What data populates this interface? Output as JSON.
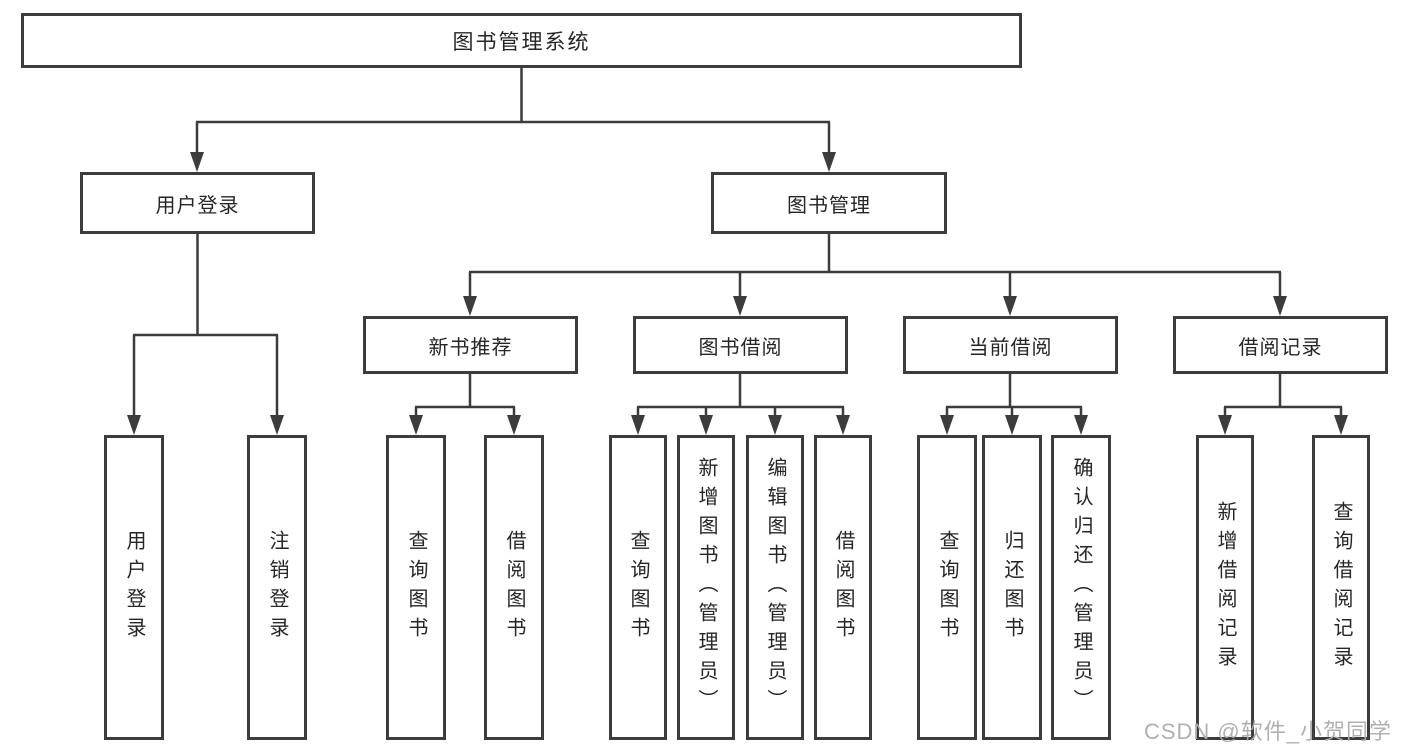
{
  "tree": {
    "root": {
      "label": "图书管理系统"
    },
    "branches": [
      {
        "label": "用户登录",
        "children": [
          {
            "label": "用户登录"
          },
          {
            "label": "注销登录"
          }
        ]
      },
      {
        "label": "图书管理",
        "children": [
          {
            "label": "新书推荐",
            "children": [
              {
                "label": "查询图书"
              },
              {
                "label": "借阅图书"
              }
            ]
          },
          {
            "label": "图书借阅",
            "children": [
              {
                "label": "查询图书"
              },
              {
                "label": "新增图书（管理员）"
              },
              {
                "label": "编辑图书（管理员）"
              },
              {
                "label": "借阅图书"
              }
            ]
          },
          {
            "label": "当前借阅",
            "children": [
              {
                "label": "查询图书"
              },
              {
                "label": "归还图书"
              },
              {
                "label": "确认归还（管理员）"
              }
            ]
          },
          {
            "label": "借阅记录",
            "children": [
              {
                "label": "新增借阅记录"
              },
              {
                "label": "查询借阅记录"
              }
            ]
          }
        ]
      }
    ]
  },
  "watermark": {
    "text": "CSDN @软件_小贺同学"
  },
  "colors": {
    "line": "#3c3c3c",
    "text": "#262626",
    "watermark": "#acacac",
    "background": "#ffffff"
  }
}
